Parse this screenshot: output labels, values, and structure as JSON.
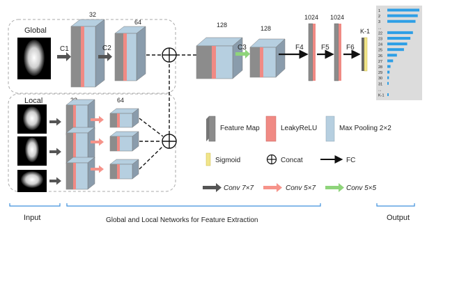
{
  "global": {
    "title": "Global",
    "c1": "C1",
    "c2": "C2",
    "ch32": "32",
    "ch64": "64"
  },
  "local": {
    "title": "Local",
    "ch32": "32",
    "ch64": "64"
  },
  "merged": {
    "ch128a": "128",
    "ch128b": "128",
    "c3": "C3",
    "f4": "F4",
    "f5": "F5",
    "f6": "F6",
    "d1024a": "1024",
    "d1024b": "1024",
    "k1": "K-1"
  },
  "output_bars": {
    "labels": [
      "1",
      "2",
      "3",
      "...",
      "22",
      "23",
      "24",
      "25",
      "26",
      "27",
      "28",
      "29",
      "30",
      "31",
      "...",
      "K-1"
    ],
    "values": [
      1.0,
      0.95,
      0.88,
      0.0,
      0.8,
      0.72,
      0.62,
      0.52,
      0.3,
      0.18,
      0.1,
      0.07,
      0.05,
      0.04,
      0.0,
      0.03
    ]
  },
  "legend": {
    "feature_map": "Feature Map",
    "leaky_relu": "LeakyReLU",
    "max_pooling": "Max Pooling 2×2",
    "sigmoid": "Sigmoid",
    "concat": "Concat",
    "fc": "FC",
    "conv7": "Conv 7×7",
    "conv5x7": "Conv 5×7",
    "conv5x5": "Conv 5×5"
  },
  "bottom": {
    "input": "Input",
    "feature_extraction": "Global and Local Networks for Feature Extraction",
    "output": "Output"
  },
  "colors": {
    "feature_map": "#8c8c8c",
    "leaky_relu": "#f08a84",
    "max_pooling": "#b6cfe0",
    "sigmoid": "#f1e58a",
    "bars": "#2e9fe6",
    "bracket": "#3d8fdc",
    "conv7_arrow": "#555555",
    "conv5x7_arrow": "#f6938a",
    "conv5x5_arrow": "#8fd47b"
  }
}
